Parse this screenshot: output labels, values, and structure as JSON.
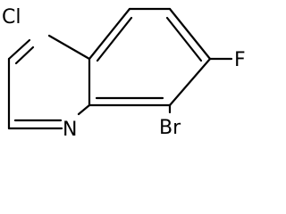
{
  "molecule": {
    "atoms": {
      "cl": "Cl",
      "f": "F",
      "br": "Br",
      "n": "N"
    }
  }
}
